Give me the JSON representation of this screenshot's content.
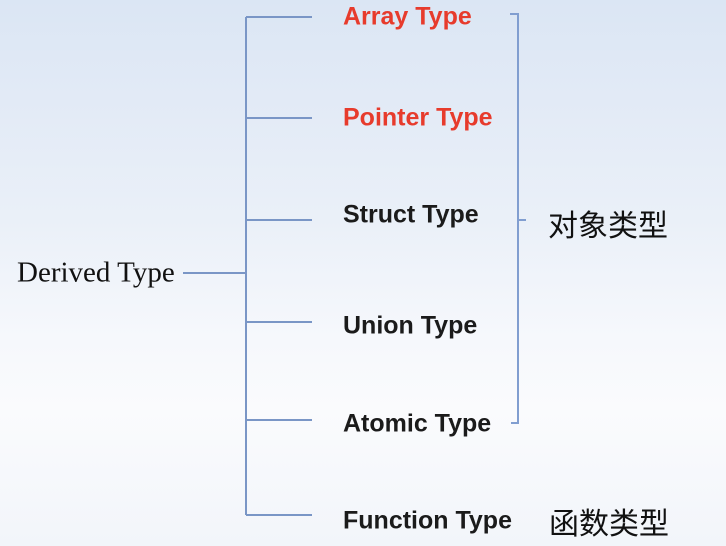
{
  "diagram": {
    "title": "Derived type classification tree",
    "root": {
      "label": "Derived Type"
    },
    "children": [
      {
        "label": "Array Type",
        "emphasis": true,
        "color": "#e73b2c"
      },
      {
        "label": "Pointer Type",
        "emphasis": true,
        "color": "#e73b2c"
      },
      {
        "label": "Struct Type",
        "emphasis": false,
        "color": "#1b1b1b"
      },
      {
        "label": "Union Type",
        "emphasis": false,
        "color": "#1b1b1b"
      },
      {
        "label": "Atomic Type",
        "emphasis": false,
        "color": "#1b1b1b"
      },
      {
        "label": "Function Type",
        "emphasis": false,
        "color": "#1b1b1b"
      }
    ],
    "groups": [
      {
        "label": "对象类型",
        "members": [
          "Array Type",
          "Pointer Type",
          "Struct Type",
          "Union Type",
          "Atomic Type"
        ]
      },
      {
        "label": "函数类型",
        "members": [
          "Function Type"
        ]
      }
    ],
    "colors": {
      "connector_line": "#7a96c6",
      "bracket_line": "#819ed0",
      "emphasis_text": "#e73b2c",
      "normal_text": "#1b1b1b",
      "background_top": "#dbe6f4",
      "background_bottom": "#f2f5fa"
    }
  }
}
